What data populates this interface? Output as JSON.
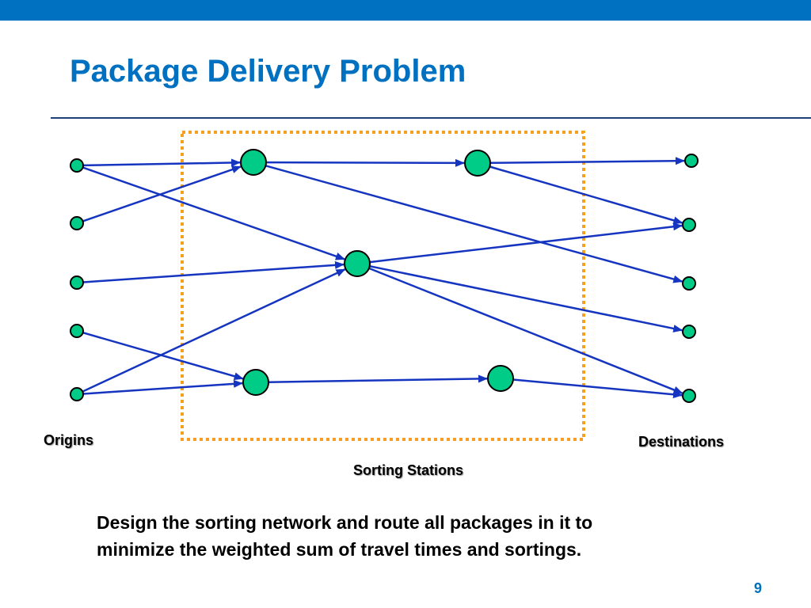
{
  "slide": {
    "title": "Package Delivery Problem",
    "page_number": "9",
    "caption_line1": "Design the sorting network and route all packages in it to",
    "caption_line2": "minimize the weighted sum of travel times and sortings."
  },
  "labels": {
    "origins": "Origins",
    "sorting_stations": "Sorting Stations",
    "destinations": "Destinations"
  },
  "colors": {
    "header_bar": "#0070c0",
    "title": "#0070c0",
    "node_fill": "#00cc88",
    "node_stroke": "#000000",
    "edge": "#1535c0",
    "station_box": "#f5a020"
  },
  "diagram": {
    "node_groups": [
      "origins",
      "stations",
      "destinations"
    ],
    "origin_count": 5,
    "station_count": 5,
    "destination_count": 5,
    "edges": [
      [
        "O1",
        "S1"
      ],
      [
        "O2",
        "S1"
      ],
      [
        "O1",
        "S3"
      ],
      [
        "O3",
        "S3"
      ],
      [
        "O5",
        "S3"
      ],
      [
        "O4",
        "S4"
      ],
      [
        "O5",
        "S4"
      ],
      [
        "S1",
        "S2"
      ],
      [
        "S1",
        "D3"
      ],
      [
        "S2",
        "D1"
      ],
      [
        "S2",
        "D2"
      ],
      [
        "S3",
        "D2"
      ],
      [
        "S3",
        "D4"
      ],
      [
        "S3",
        "D5"
      ],
      [
        "S4",
        "S5"
      ],
      [
        "S5",
        "D5"
      ]
    ]
  }
}
